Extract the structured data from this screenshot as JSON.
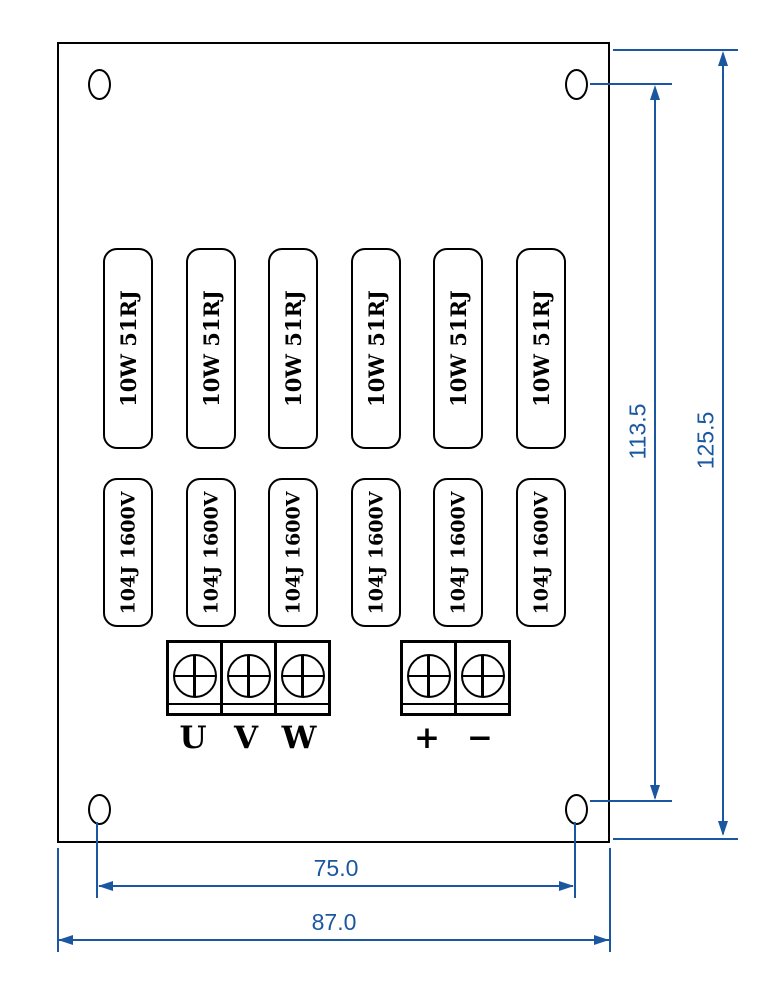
{
  "drawing": {
    "resistor_label": "10W 51RJ",
    "capacitor_label": "104J 1600V",
    "terminals": {
      "u": "U",
      "v": "V",
      "w": "W",
      "plus": "+",
      "minus": "−"
    },
    "dimensions": {
      "hole_span_vertical": "113.5",
      "board_height": "125.5",
      "hole_span_horizontal": "75.0",
      "board_width": "87.0"
    },
    "colors": {
      "dimension_blue": "#1a57a0",
      "line_black": "#000000"
    }
  }
}
